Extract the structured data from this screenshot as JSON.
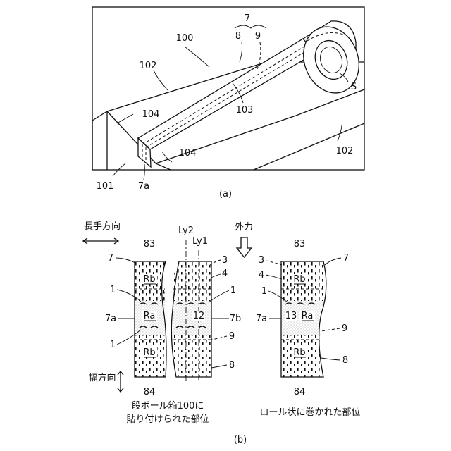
{
  "figure_a": {
    "caption": "(a)",
    "labels": {
      "l7": "7",
      "l8": "8",
      "l9": "9",
      "l100": "100",
      "l102a": "102",
      "l102b": "102",
      "l103": "103",
      "l104a": "104",
      "l104b": "104",
      "l101": "101",
      "l7a": "7a",
      "lS": "S"
    }
  },
  "figure_b": {
    "caption": "(b)",
    "length_direction": "長手方向",
    "width_direction": "幅方向",
    "external_force": "外力",
    "ly1": "Ly1",
    "ly2": "Ly2",
    "left_caption_line1": "段ボール箱100に",
    "left_caption_line2": "貼り付けられた部位",
    "right_caption": "ロール状に巻かれた部位",
    "left": {
      "l83": "83",
      "l84": "84",
      "l7": "7",
      "l1a": "1",
      "l1b": "1",
      "l7a": "7a",
      "rb_top": "Rb",
      "ra": "Ra",
      "rb_bottom": "Rb"
    },
    "middle": {
      "l3": "3",
      "l4": "4",
      "l1": "1",
      "l12": "12",
      "l7b": "7b",
      "l9": "9",
      "l8": "8"
    },
    "right": {
      "l83": "83",
      "l84": "84",
      "l3": "3",
      "l4": "4",
      "l7": "7",
      "l1": "1",
      "l7a": "7a",
      "l13": "13",
      "l9": "9",
      "l8": "8",
      "rb_top": "Rb",
      "ra": "Ra",
      "rb_bottom": "Rb"
    }
  }
}
